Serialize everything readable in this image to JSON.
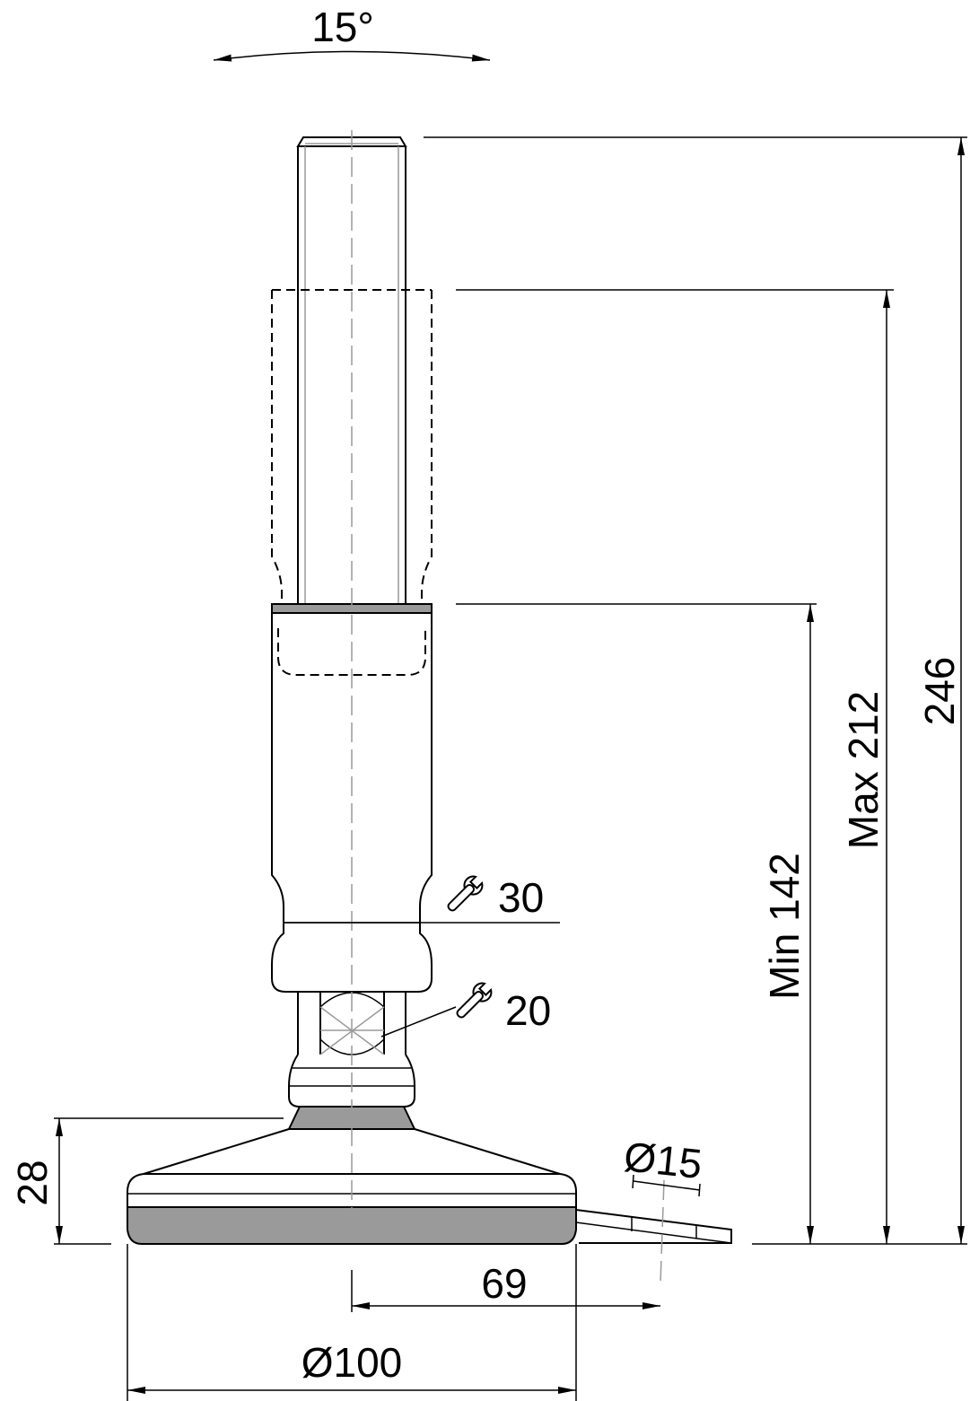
{
  "dimensions": {
    "tilt_angle": "15°",
    "total_height": "246",
    "max_height": "Max 212",
    "min_height": "Min 142",
    "wrench_upper": "30",
    "wrench_lower": "20",
    "base_height": "28",
    "hole_diameter": "Ø15",
    "hole_offset": "69",
    "base_diameter": "Ø100"
  },
  "colors": {
    "line": "#000000",
    "pad_fill": "#9a9a9a",
    "centerline": "#9a9a9a"
  },
  "icons": [
    "wrench-icon",
    "wrench-icon"
  ]
}
